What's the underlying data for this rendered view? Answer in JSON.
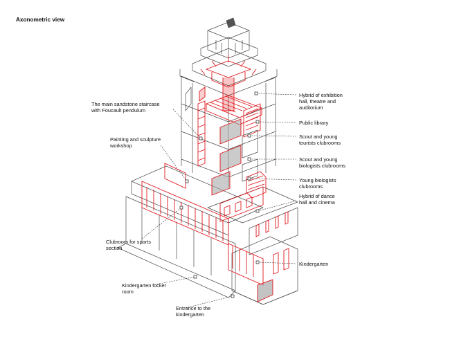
{
  "title": "Axonometric view",
  "labels": {
    "staircase": "The main sandstone staircase\nwith Foucault pendulum",
    "painting": "Painting and sculpture\nworkshop",
    "sports": "Clubroom for sports\nsection",
    "locker": "Kindergarten locker\nroom",
    "entrance": "Entrance to the\nkindergarten",
    "exhibition": "Hybrid of exhibition\nhall, theatre and\nauditorium",
    "library": "Public library",
    "scout_tourists": "Scout and young\ntourists clubrooms",
    "scout_biologists": "Scout and young\nbiologists clubrooms",
    "young_biologists": "Young biologists\nclubrooms",
    "dance": "Hybrid of dance\nhall and cinema",
    "kindergarten": "Kindergarten"
  },
  "colors": {
    "accent": "#e0161b",
    "line": "#4a4a4a",
    "fill_gray": "#a9a9a9",
    "leader": "#333333"
  }
}
